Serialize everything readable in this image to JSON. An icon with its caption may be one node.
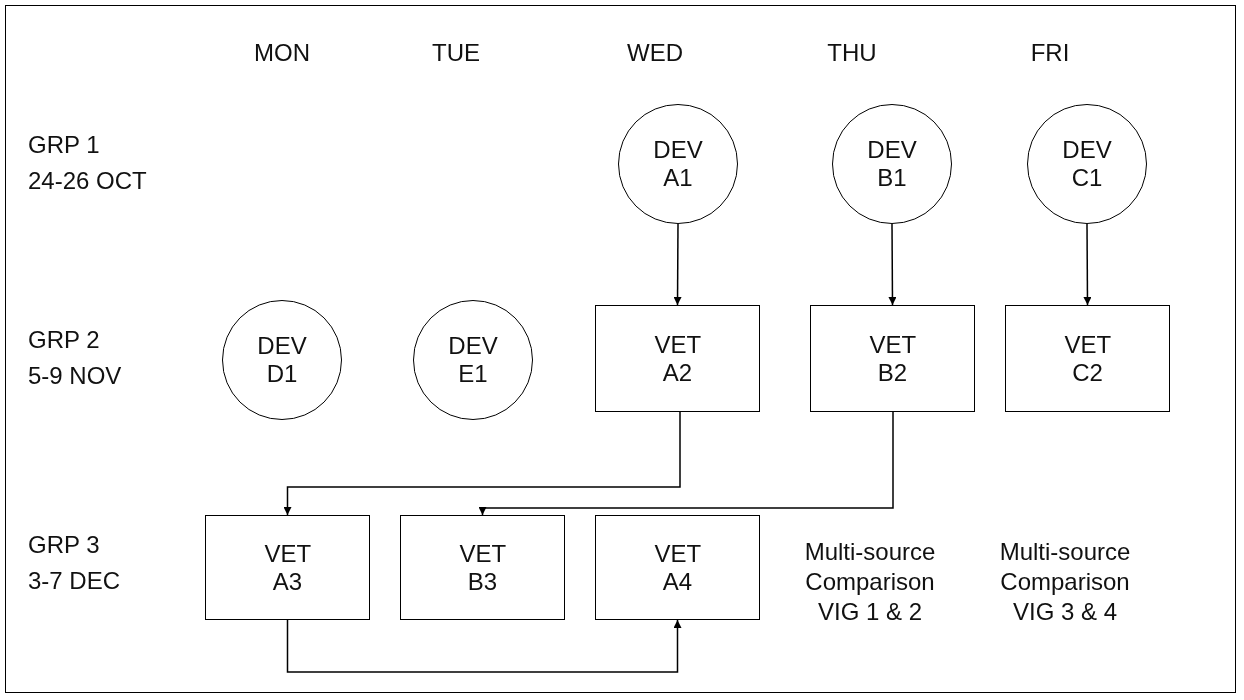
{
  "diagram": {
    "nodes": [
      {
        "text": [
          "DEV A1"
        ]
      },
      {
        "text": [
          "DEV B1"
        ]
      },
      {
        "text": [
          "DEV C1"
        ]
      },
      {
        "text": [
          "DEV D1"
        ]
      },
      {
        "text": [
          "DEV E1"
        ]
      },
      {
        "text": [
          "VET A2"
        ]
      },
      {
        "text": [
          "VET B2"
        ]
      },
      {
        "text": [
          "VET C2"
        ]
      },
      {
        "text": [
          "VET A3"
        ]
      },
      {
        "text": [
          "VET B3"
        ]
      },
      {
        "text": [
          "VET A4"
        ]
      }
    ],
    "edges": [
      {
        "from": 0,
        "to": 5,
        "arrow": "to"
      },
      {
        "from": 1,
        "to": 6,
        "arrow": "to"
      },
      {
        "from": 2,
        "to": 7,
        "arrow": "to"
      },
      {
        "from": 5,
        "to": 8,
        "arrow": "to"
      },
      {
        "from": 6,
        "to": 9,
        "arrow": "to"
      },
      {
        "from": 8,
        "to": 10,
        "arrow": "to"
      }
    ],
    "labels": [
      "MON",
      "TUE",
      "WED",
      "THU",
      "FRI",
      "GRP 1",
      "24-26 OCT",
      "GRP 2",
      "5-9 NOV",
      "GRP 3",
      "3-7 DEC",
      "Multi-source Comparison VIG 1 & 2",
      "Multi-source Comparison VIG 3 & 4"
    ]
  }
}
